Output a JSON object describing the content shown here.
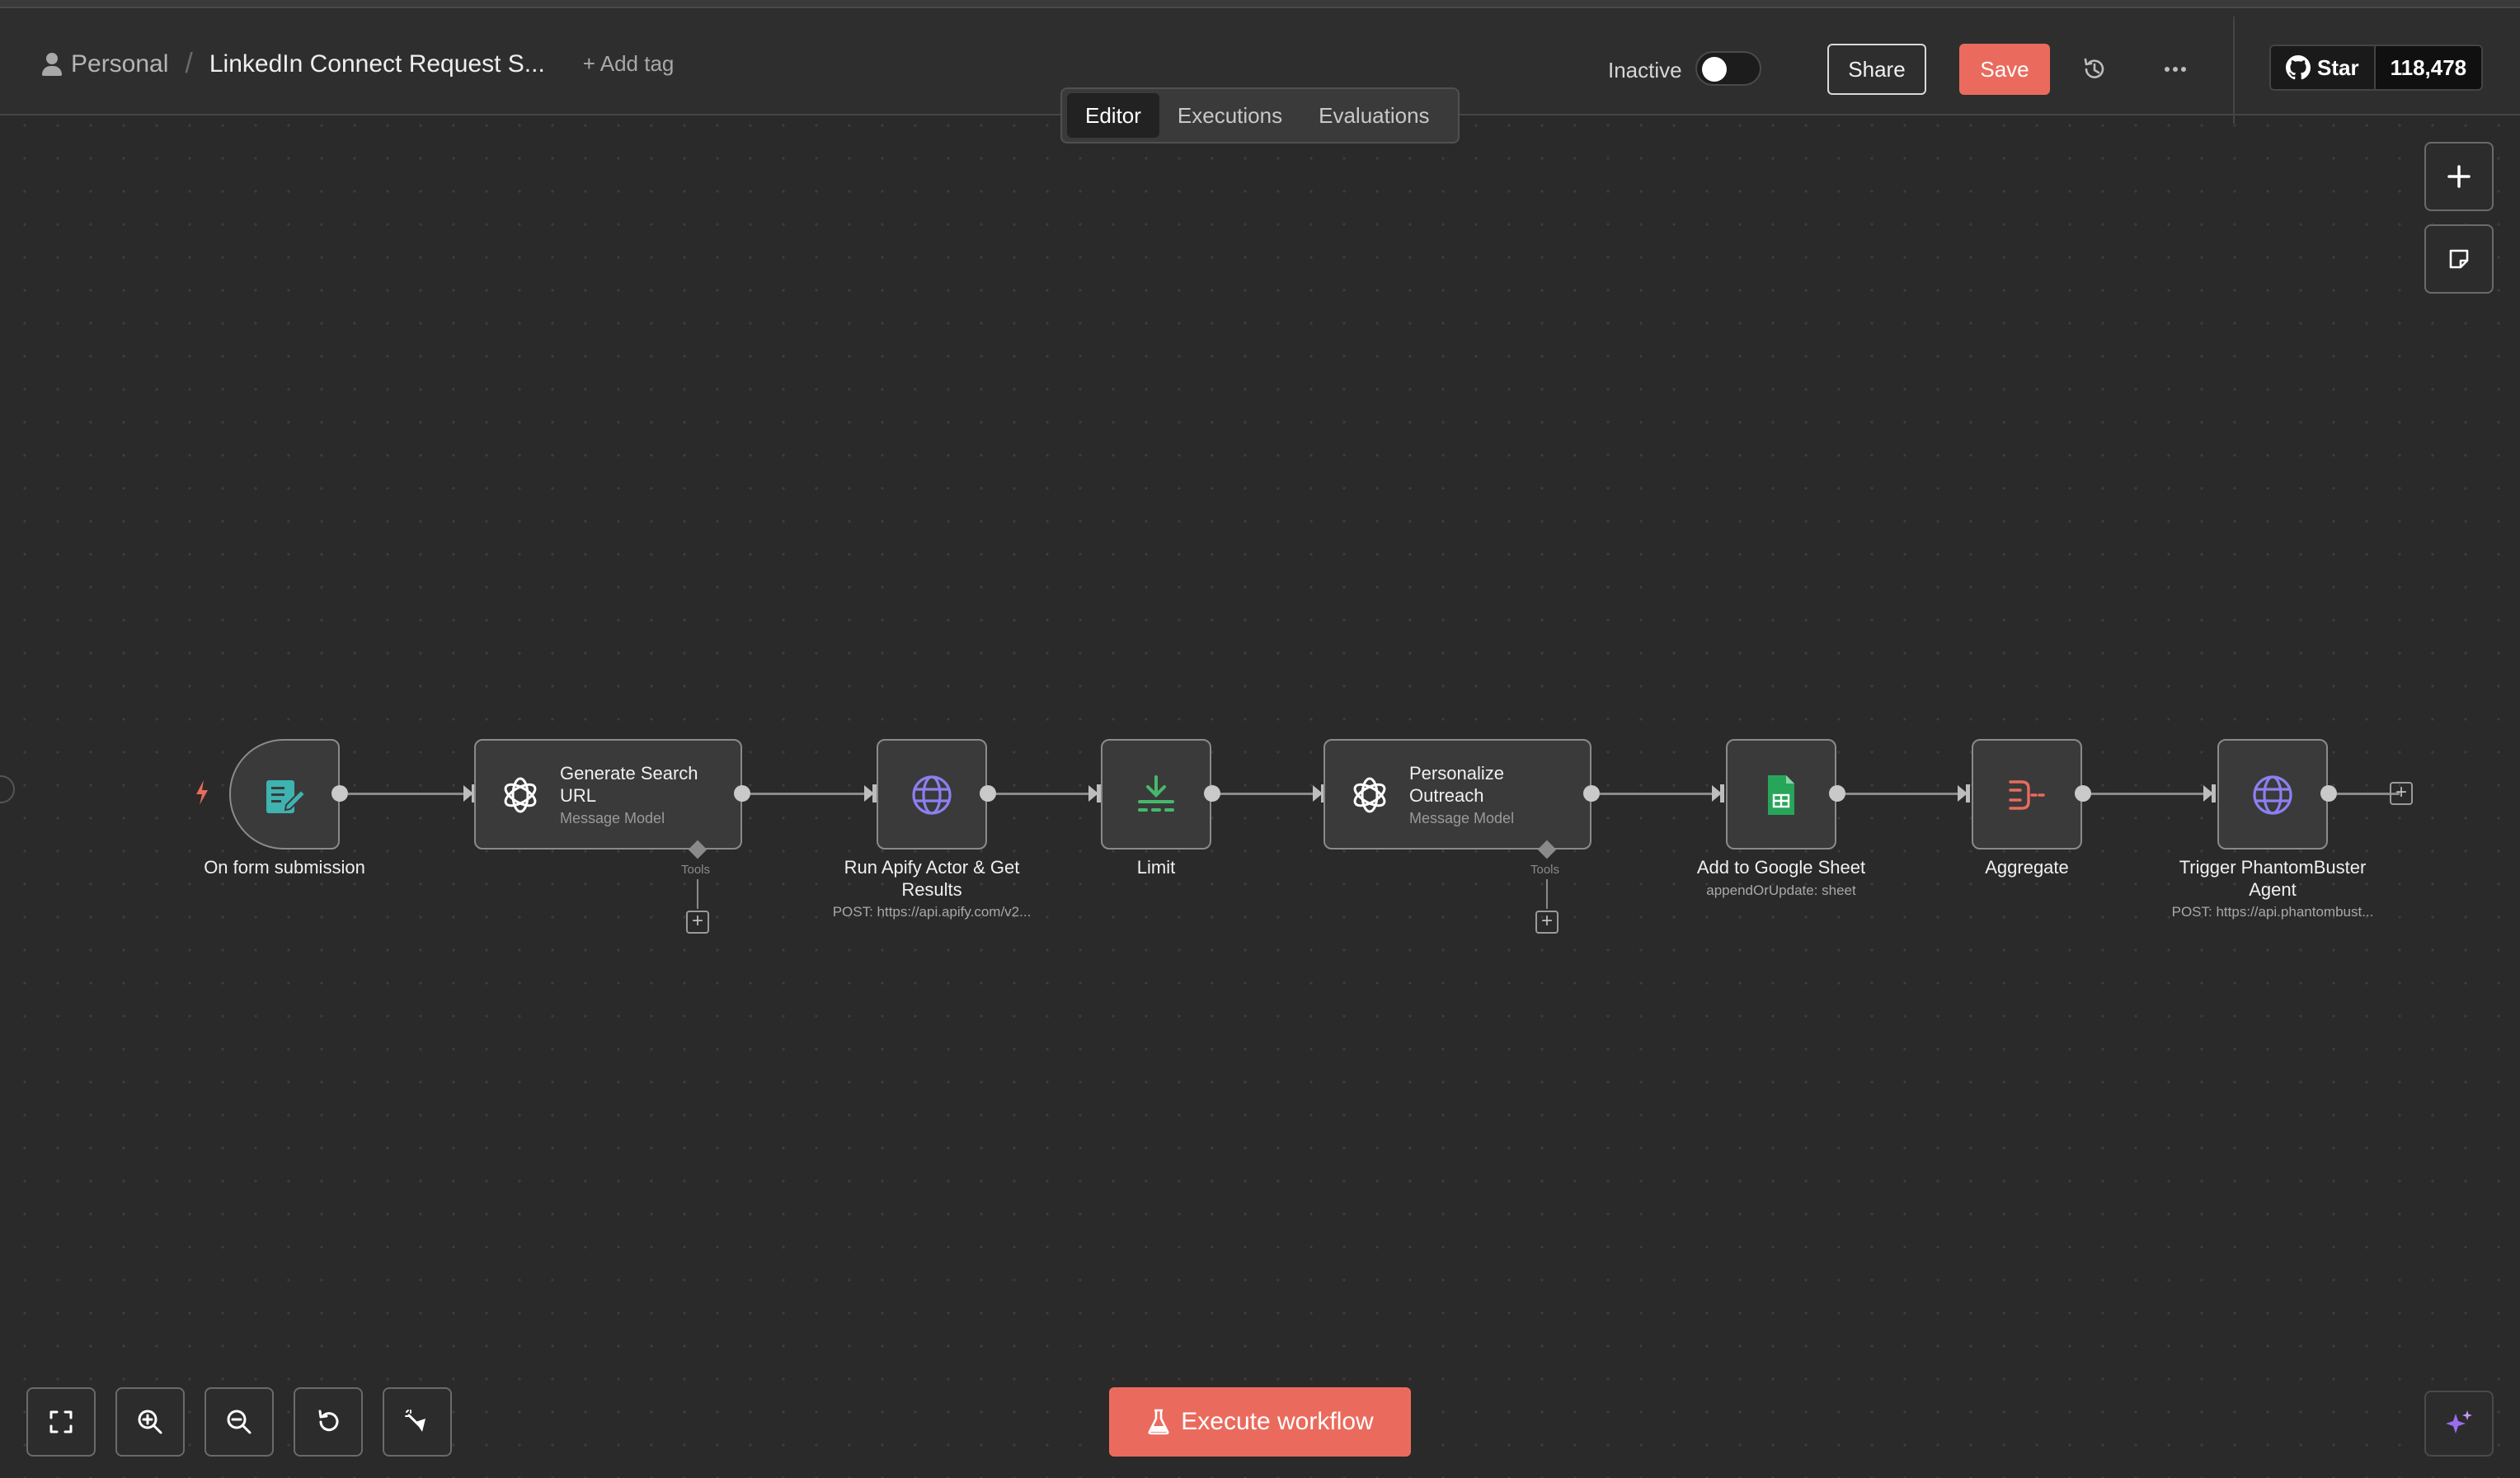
{
  "header": {
    "breadcrumb_owner": "Personal",
    "breadcrumb_separator": "/",
    "workflow_title": "LinkedIn Connect Request S...",
    "add_tag_label": "+ Add tag",
    "active_toggle_label": "Inactive",
    "active_toggle_on": false,
    "share_label": "Share",
    "save_label": "Save",
    "github_star_label": "Star",
    "github_star_count": "118,478"
  },
  "tabs": [
    {
      "label": "Editor",
      "active": true
    },
    {
      "label": "Executions",
      "active": false
    },
    {
      "label": "Evaluations",
      "active": false
    }
  ],
  "nodes": [
    {
      "id": "form-trigger",
      "label": "On form submission",
      "icon": "form-icon"
    },
    {
      "id": "generate-search-url",
      "title": "Generate Search URL",
      "subtitle": "Message Model",
      "tools_label": "Tools",
      "icon": "openai-icon"
    },
    {
      "id": "run-apify",
      "label": "Run Apify Actor & Get Results",
      "description": "POST: https://api.apify.com/v2...",
      "icon": "globe-icon"
    },
    {
      "id": "limit",
      "label": "Limit",
      "icon": "limit-icon"
    },
    {
      "id": "personalize-outreach",
      "title": "Personalize Outreach",
      "subtitle": "Message Model",
      "tools_label": "Tools",
      "icon": "openai-icon"
    },
    {
      "id": "google-sheet",
      "label": "Add to Google Sheet",
      "description": "appendOrUpdate: sheet",
      "icon": "google-sheets-icon"
    },
    {
      "id": "aggregate",
      "label": "Aggregate",
      "icon": "aggregate-icon"
    },
    {
      "id": "phantombuster",
      "label": "Trigger PhantomBuster Agent",
      "description": "POST: https://api.phantombust...",
      "icon": "globe-icon"
    }
  ],
  "footer": {
    "execute_label": "Execute workflow"
  },
  "colors": {
    "accent": "#ea6b5d",
    "canvas_bg": "#2a2a2a",
    "node_bg": "#3a3a3a"
  }
}
